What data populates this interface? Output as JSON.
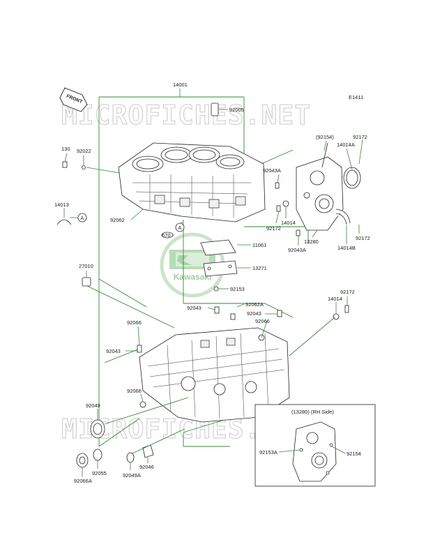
{
  "diagram_code": "E1411",
  "front_label": "FRONT",
  "watermark_text": "MICROFICHES.NET",
  "logo_text": "Kawasaki",
  "accent_color": "#2e8b2e",
  "parts": {
    "p14001": "14001",
    "p92005": "92005",
    "p130": "130",
    "p92022": "92022",
    "p92154_paren": "(92154)",
    "p92172_top": "92172",
    "p14014A": "14014A",
    "p92043A_top": "92043A",
    "p14013": "14013",
    "circleA_left": "A",
    "p92062": "92062",
    "p670": "670",
    "circleA_mid": "A",
    "p14014_mid": "14014",
    "p92172_mid": "92172",
    "p13280": "13280",
    "p92043A_mid": "92043A",
    "p14014B": "14014B",
    "p92172_right": "92172",
    "p11061": "11061",
    "p13271": "13271",
    "p27010": "27010",
    "p92153": "92153",
    "p92172_lower": "92172",
    "p14014_lower": "14014",
    "p92043_a": "92043",
    "p92062A": "92062A",
    "p92043_b": "92043",
    "p92066_a": "92066",
    "p92066_b": "92066",
    "p92043_c": "92043",
    "p92066_c": "92066",
    "p92049": "92049",
    "p92055": "92055",
    "p92066A": "92066A",
    "p92049A": "92049A",
    "p92046": "92046",
    "inset_title": "(13280) (RH Side)",
    "p92153A": "92153A",
    "p92154": "92154"
  }
}
